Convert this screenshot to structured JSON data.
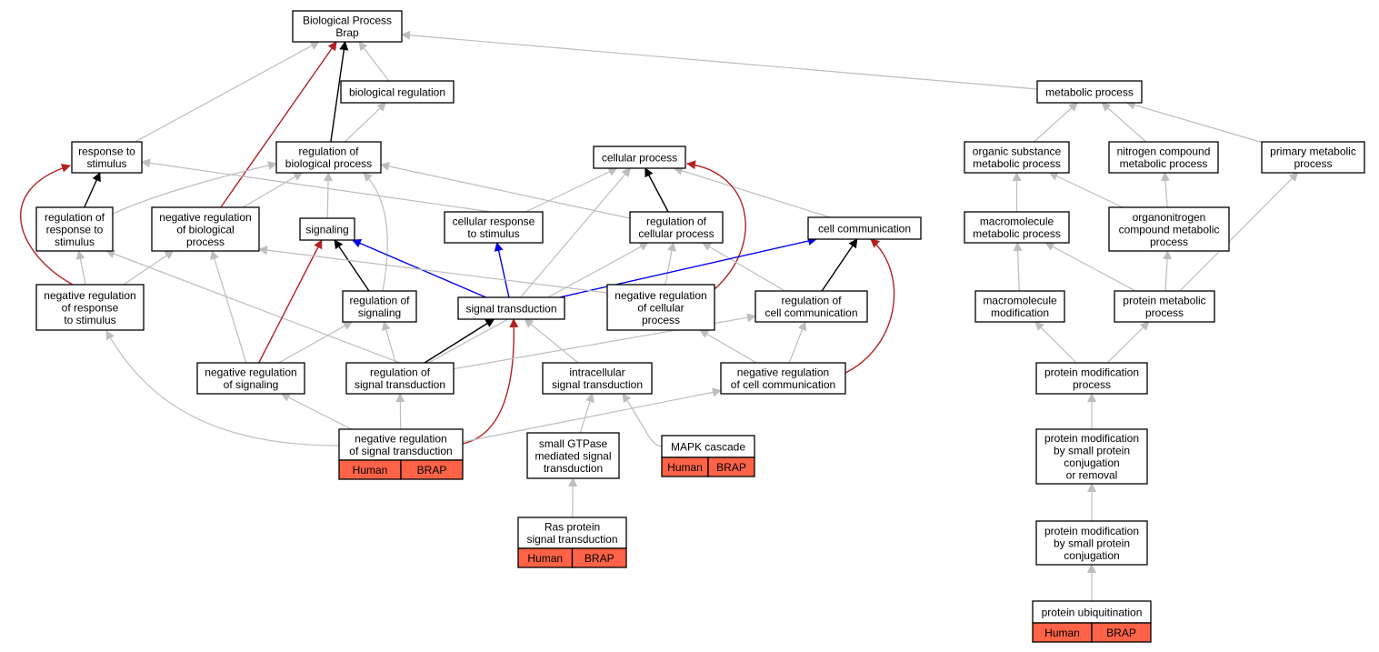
{
  "colors": {
    "grey": "#bdbdbd",
    "black": "#000000",
    "red": "#b22222",
    "blue": "#0000ee",
    "tag_fill": "#ff6347"
  },
  "nodes": {
    "bp": {
      "label": [
        "Biological Process",
        "Brap"
      ]
    },
    "breg": {
      "label": [
        "biological regulation"
      ]
    },
    "meta": {
      "label": [
        "metabolic process"
      ]
    },
    "resp": {
      "label": [
        "response to",
        "stimulus"
      ]
    },
    "regbio": {
      "label": [
        "regulation of",
        "biological process"
      ]
    },
    "cellp": {
      "label": [
        "cellular process"
      ]
    },
    "osmp": {
      "label": [
        "organic substance",
        "metabolic process"
      ]
    },
    "ncmp": {
      "label": [
        "nitrogen compound",
        "metabolic process"
      ]
    },
    "pmp": {
      "label": [
        "primary metabolic",
        "process"
      ]
    },
    "regresp": {
      "label": [
        "regulation of",
        "response to",
        "stimulus"
      ]
    },
    "negbio": {
      "label": [
        "negative regulation",
        "of biological",
        "process"
      ]
    },
    "signaling": {
      "label": [
        "signaling"
      ]
    },
    "cresp": {
      "label": [
        "cellular response",
        "to stimulus"
      ]
    },
    "regcell": {
      "label": [
        "regulation of",
        "cellular process"
      ]
    },
    "comm": {
      "label": [
        "cell communication"
      ]
    },
    "mmp": {
      "label": [
        "macromolecule",
        "metabolic process"
      ]
    },
    "oncmp": {
      "label": [
        "organonitrogen",
        "compound metabolic",
        "process"
      ]
    },
    "negresp": {
      "label": [
        "negative regulation",
        "of response",
        "to stimulus"
      ]
    },
    "regsig": {
      "label": [
        "regulation of",
        "signaling"
      ]
    },
    "st": {
      "label": [
        "signal transduction"
      ]
    },
    "negcell": {
      "label": [
        "negative regulation",
        "of cellular",
        "process"
      ]
    },
    "regcomm": {
      "label": [
        "regulation of",
        "cell communication"
      ]
    },
    "mmod": {
      "label": [
        "macromolecule",
        "modification"
      ]
    },
    "protmp": {
      "label": [
        "protein metabolic",
        "process"
      ]
    },
    "negsig": {
      "label": [
        "negative regulation",
        "of signaling"
      ]
    },
    "regst": {
      "label": [
        "regulation of",
        "signal transduction"
      ]
    },
    "ist": {
      "label": [
        "intracellular",
        "signal transduction"
      ]
    },
    "negcomm": {
      "label": [
        "negative regulation",
        "of cell communication"
      ]
    },
    "pmod": {
      "label": [
        "protein modification",
        "process"
      ]
    },
    "negst": {
      "label": [
        "negative regulation",
        "of signal transduction"
      ],
      "tags": [
        "Human",
        "BRAP"
      ]
    },
    "gtpase": {
      "label": [
        "small GTPase",
        "mediated signal",
        "transduction"
      ]
    },
    "mapk": {
      "label": [
        "MAPK cascade"
      ],
      "tags": [
        "Human",
        "BRAP"
      ]
    },
    "pmodsc": {
      "label": [
        "protein modification",
        "by small protein",
        "conjugation",
        "or removal"
      ]
    },
    "ras": {
      "label": [
        "Ras protein",
        "signal transduction"
      ],
      "tags": [
        "Human",
        "BRAP"
      ]
    },
    "pmodc": {
      "label": [
        "protein modification",
        "by small protein",
        "conjugation"
      ]
    },
    "ubiq": {
      "label": [
        "protein ubiquitination"
      ],
      "tags": [
        "Human",
        "BRAP"
      ]
    }
  },
  "edges": [
    {
      "from": "breg",
      "to": "bp",
      "color": "grey"
    },
    {
      "from": "meta",
      "to": "bp",
      "color": "grey"
    },
    {
      "from": "resp",
      "to": "bp",
      "color": "grey"
    },
    {
      "from": "regbio",
      "to": "bp",
      "color": "black"
    },
    {
      "from": "negbio",
      "to": "bp",
      "color": "red"
    },
    {
      "from": "regbio",
      "to": "breg",
      "color": "grey"
    },
    {
      "from": "osmp",
      "to": "meta",
      "color": "grey"
    },
    {
      "from": "ncmp",
      "to": "meta",
      "color": "grey"
    },
    {
      "from": "pmp",
      "to": "meta",
      "color": "grey"
    },
    {
      "from": "regresp",
      "to": "resp",
      "color": "black"
    },
    {
      "from": "negresp",
      "to": "resp",
      "color": "red"
    },
    {
      "from": "cresp",
      "to": "resp",
      "color": "grey"
    },
    {
      "from": "regresp",
      "to": "regbio",
      "color": "grey"
    },
    {
      "from": "negbio",
      "to": "regbio",
      "color": "grey"
    },
    {
      "from": "signaling",
      "to": "regbio",
      "color": "grey"
    },
    {
      "from": "regsig",
      "to": "regbio",
      "color": "grey"
    },
    {
      "from": "regcell",
      "to": "regbio",
      "color": "grey"
    },
    {
      "from": "cresp",
      "to": "cellp",
      "color": "grey"
    },
    {
      "from": "regcell",
      "to": "cellp",
      "color": "black"
    },
    {
      "from": "comm",
      "to": "cellp",
      "color": "grey"
    },
    {
      "from": "st",
      "to": "cellp",
      "color": "grey"
    },
    {
      "from": "negcell",
      "to": "cellp",
      "color": "red"
    },
    {
      "from": "mmp",
      "to": "osmp",
      "color": "grey"
    },
    {
      "from": "oncmp",
      "to": "osmp",
      "color": "grey"
    },
    {
      "from": "oncmp",
      "to": "ncmp",
      "color": "grey"
    },
    {
      "from": "protmp",
      "to": "pmp",
      "color": "grey"
    },
    {
      "from": "negresp",
      "to": "regresp",
      "color": "grey"
    },
    {
      "from": "regst",
      "to": "regresp",
      "color": "grey"
    },
    {
      "from": "negresp",
      "to": "negbio",
      "color": "grey"
    },
    {
      "from": "negsig",
      "to": "negbio",
      "color": "grey"
    },
    {
      "from": "regsig",
      "to": "signaling",
      "color": "black"
    },
    {
      "from": "negsig",
      "to": "signaling",
      "color": "red"
    },
    {
      "from": "st",
      "to": "signaling",
      "color": "blue"
    },
    {
      "from": "st",
      "to": "cresp",
      "color": "blue"
    },
    {
      "from": "negcell",
      "to": "regcell",
      "color": "grey"
    },
    {
      "from": "regcomm",
      "to": "regcell",
      "color": "grey"
    },
    {
      "from": "regst",
      "to": "regcell",
      "color": "grey"
    },
    {
      "from": "st",
      "to": "comm",
      "color": "blue"
    },
    {
      "from": "regcomm",
      "to": "comm",
      "color": "black"
    },
    {
      "from": "negcomm",
      "to": "comm",
      "color": "red"
    },
    {
      "from": "negcell",
      "to": "negbio",
      "color": "grey"
    },
    {
      "from": "protmp",
      "to": "mmp",
      "color": "grey"
    },
    {
      "from": "mmod",
      "to": "mmp",
      "color": "grey"
    },
    {
      "from": "protmp",
      "to": "oncmp",
      "color": "grey"
    },
    {
      "from": "negsig",
      "to": "regsig",
      "color": "grey"
    },
    {
      "from": "regst",
      "to": "regsig",
      "color": "grey"
    },
    {
      "from": "regst",
      "to": "st",
      "color": "black"
    },
    {
      "from": "ist",
      "to": "st",
      "color": "grey"
    },
    {
      "from": "negst",
      "to": "st",
      "color": "red"
    },
    {
      "from": "negcomm",
      "to": "regcomm",
      "color": "grey"
    },
    {
      "from": "regst",
      "to": "regcomm",
      "color": "grey"
    },
    {
      "from": "negcomm",
      "to": "negcell",
      "color": "grey"
    },
    {
      "from": "pmod",
      "to": "mmod",
      "color": "grey"
    },
    {
      "from": "pmod",
      "to": "protmp",
      "color": "grey"
    },
    {
      "from": "negst",
      "to": "negsig",
      "color": "grey"
    },
    {
      "from": "negst",
      "to": "regst",
      "color": "grey"
    },
    {
      "from": "negst",
      "to": "negresp",
      "color": "grey"
    },
    {
      "from": "negst",
      "to": "negcomm",
      "color": "grey"
    },
    {
      "from": "gtpase",
      "to": "ist",
      "color": "grey"
    },
    {
      "from": "mapk",
      "to": "ist",
      "color": "grey"
    },
    {
      "from": "pmodsc",
      "to": "pmod",
      "color": "grey"
    },
    {
      "from": "ras",
      "to": "gtpase",
      "color": "grey"
    },
    {
      "from": "pmodc",
      "to": "pmodsc",
      "color": "grey"
    },
    {
      "from": "ubiq",
      "to": "pmodc",
      "color": "grey"
    }
  ]
}
